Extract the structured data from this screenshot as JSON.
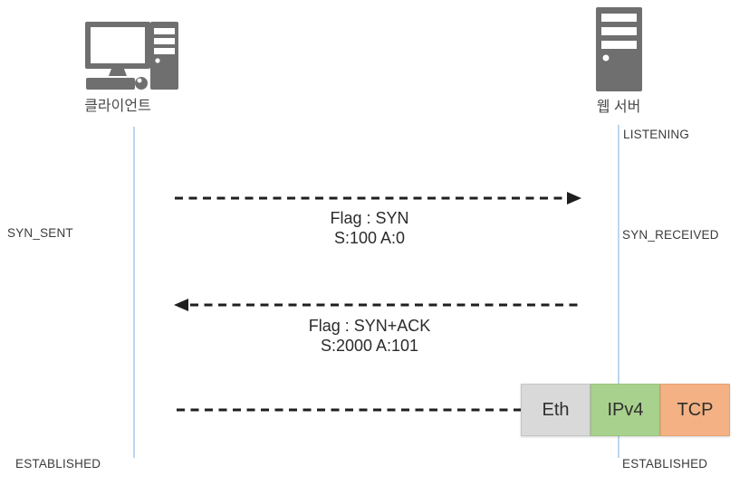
{
  "diagram": {
    "title_hint": "TCP 3-way handshake sequence diagram",
    "client": {
      "label": "클라이언트"
    },
    "server": {
      "label": "웹 서버"
    },
    "states": {
      "server_listening": "LISTENING",
      "client_syn_sent": "SYN_SENT",
      "server_syn_received": "SYN_RECEIVED",
      "client_established": "ESTABLISHED",
      "server_established": "ESTABLISHED"
    },
    "messages": [
      {
        "flag": "Flag : SYN",
        "seq_ack": "S:100 A:0",
        "direction": "client-to-server"
      },
      {
        "flag": "Flag : SYN+ACK",
        "seq_ack": "S:2000 A:101",
        "direction": "server-to-client"
      },
      {
        "flag": "",
        "seq_ack": "",
        "direction": "client-to-server"
      }
    ],
    "packet_layers": [
      {
        "label": "Eth",
        "color": "#d9d9d9"
      },
      {
        "label": "IPv4",
        "color": "#a9d18e"
      },
      {
        "label": "TCP",
        "color": "#f4b183"
      }
    ],
    "colors": {
      "icon_gray": "#6f6f6f",
      "lifeline_blue": "#bdd7ee",
      "arrow_black": "#1f1f1f",
      "text_dark": "#3b3b3b"
    }
  }
}
